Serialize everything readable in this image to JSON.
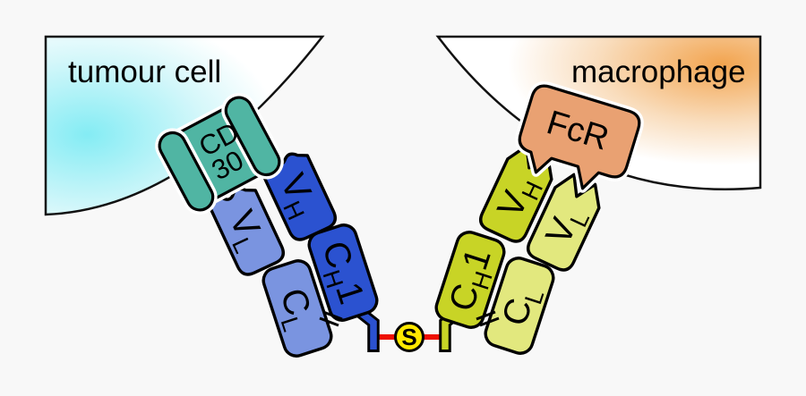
{
  "scene": {
    "background": "#f8f8f8",
    "cells": {
      "tumour": {
        "label": "tumour cell",
        "gradient": "#84ecf4"
      },
      "macrophage": {
        "label": "macrophage",
        "gradient": "#f2a44f"
      }
    },
    "receptors": {
      "cd30": {
        "line1": "CD",
        "line2": "30",
        "fill": "#50b5a3"
      },
      "fcr": {
        "label": "FcR",
        "fill": "#e9a172"
      }
    },
    "antibody": {
      "left_arm": {
        "vh": {
          "main": "V",
          "sub": "H"
        },
        "vl": {
          "main": "V",
          "sub": "L"
        },
        "ch1": {
          "main": "C",
          "sub": "H",
          "suffix": "1"
        },
        "cl": {
          "main": "C",
          "sub": "L"
        },
        "heavy_fill": "#2b52d0",
        "light_fill": "#7a94e0"
      },
      "right_arm": {
        "vh": {
          "main": "V",
          "sub": "H"
        },
        "vl": {
          "main": "V",
          "sub": "L"
        },
        "ch1": {
          "main": "C",
          "sub": "H",
          "suffix": "1"
        },
        "cl": {
          "main": "C",
          "sub": "L"
        },
        "heavy_fill": "#c8d426",
        "light_fill": "#e2e87e"
      },
      "disulfide": {
        "label": "S",
        "circle_fill": "#ffe800",
        "bond_color": "#ee1100"
      }
    }
  }
}
